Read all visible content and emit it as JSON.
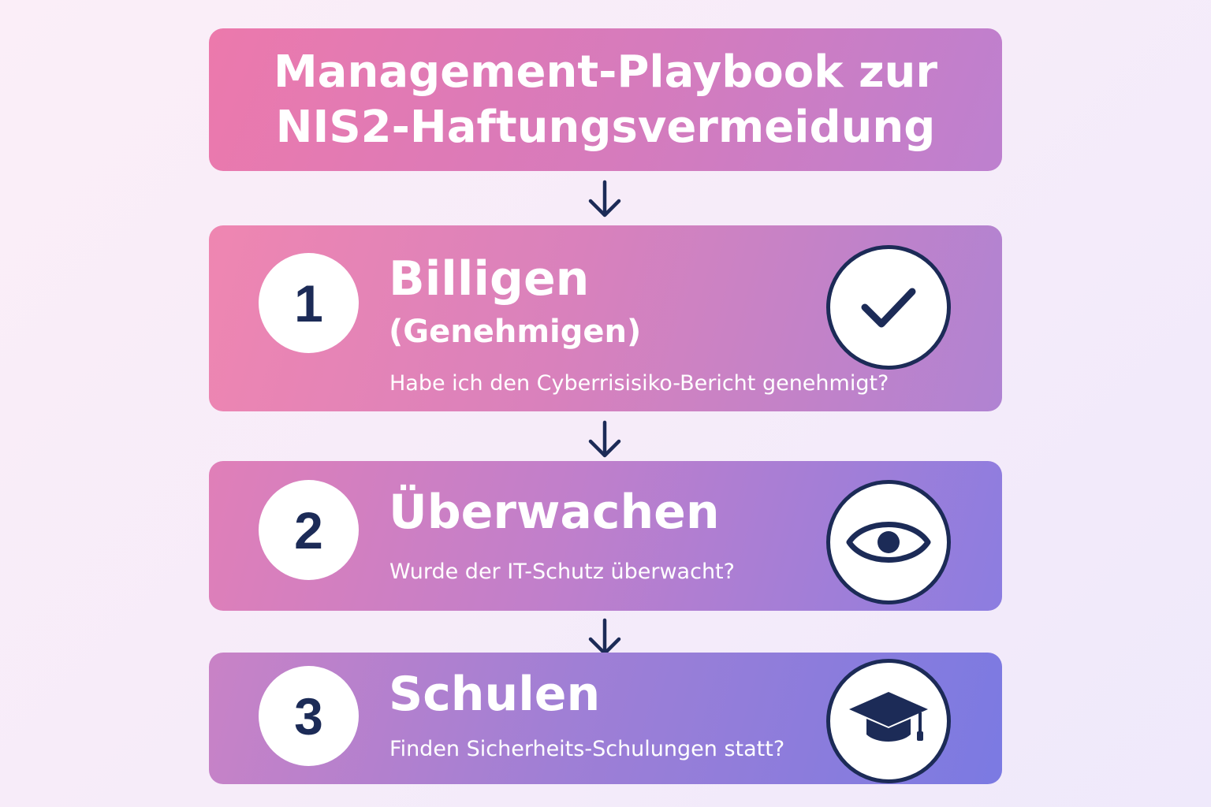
{
  "title": {
    "line1": "Management-Playbook zur",
    "line2": "NIS2-Haftungsvermeidung"
  },
  "steps": [
    {
      "number": "1",
      "heading": "Billigen",
      "subheading": "(Genehmigen)",
      "question": "Habe ich den Cyberrisisiko-Bericht genehmigt?",
      "icon": "checkmark-icon"
    },
    {
      "number": "2",
      "heading": "Überwachen",
      "question": "Wurde der IT-Schutz überwacht?",
      "icon": "eye-icon"
    },
    {
      "number": "3",
      "heading": "Schulen",
      "question": "Finden Sicherheits-Schulungen statt?",
      "icon": "graduation-cap-icon"
    }
  ],
  "colors": {
    "navy": "#1c2b57",
    "text": "#ffffff",
    "pink": "#ec79ac",
    "violet": "#7b7ae2"
  }
}
